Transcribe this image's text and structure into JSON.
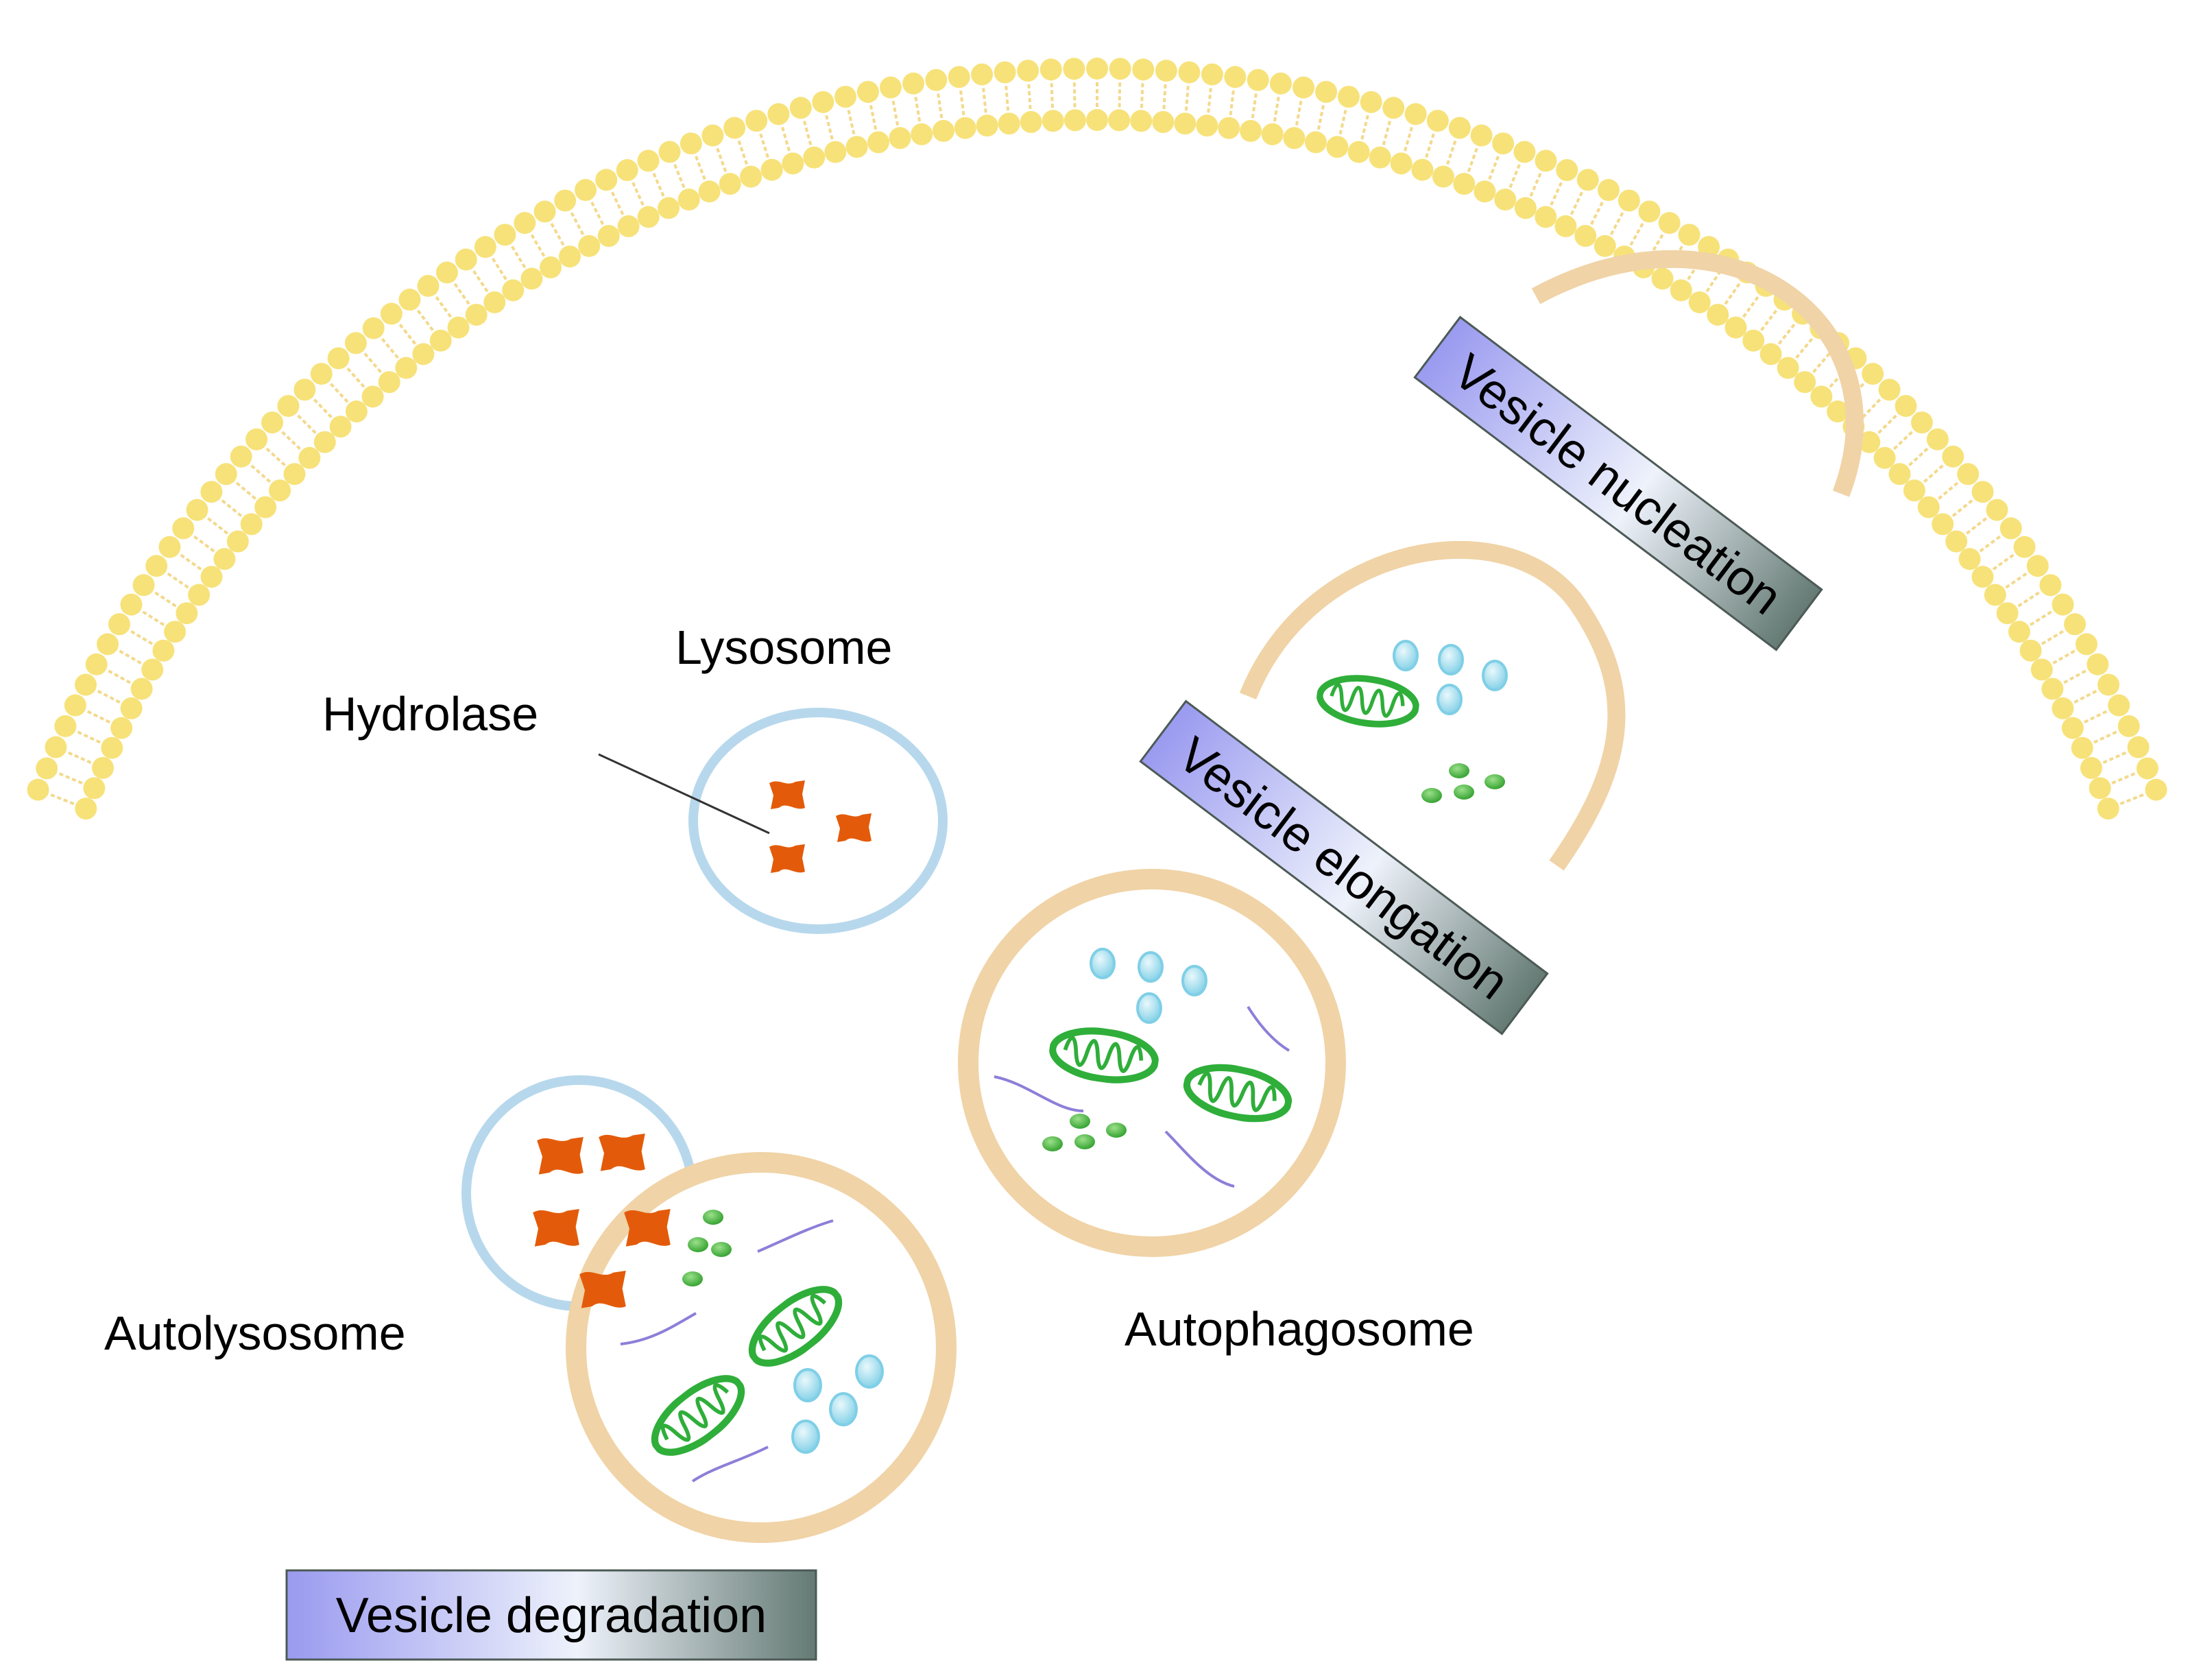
{
  "labels": {
    "lysosome": "Lysosome",
    "hydrolase": "Hydrolase",
    "autolysosome": "Autolysosome",
    "autophagosome": "Autophagosome"
  },
  "stages": {
    "nucleation": "Vesicle nucleation",
    "elongation": "Vesicle elongation",
    "degradation": "Vesicle degradation"
  },
  "colors": {
    "membrane_head": "#f7e27a",
    "vesicle_membrane": "#f0d3a6",
    "lysosome_membrane": "#b7d8ec",
    "hydrolase": "#e35b0a",
    "mitochondria": "#2fae3a",
    "vesicle_blue": "#a8e3f2",
    "ribosome_green": "#4cbb3c",
    "filament": "#8c7fd8"
  }
}
